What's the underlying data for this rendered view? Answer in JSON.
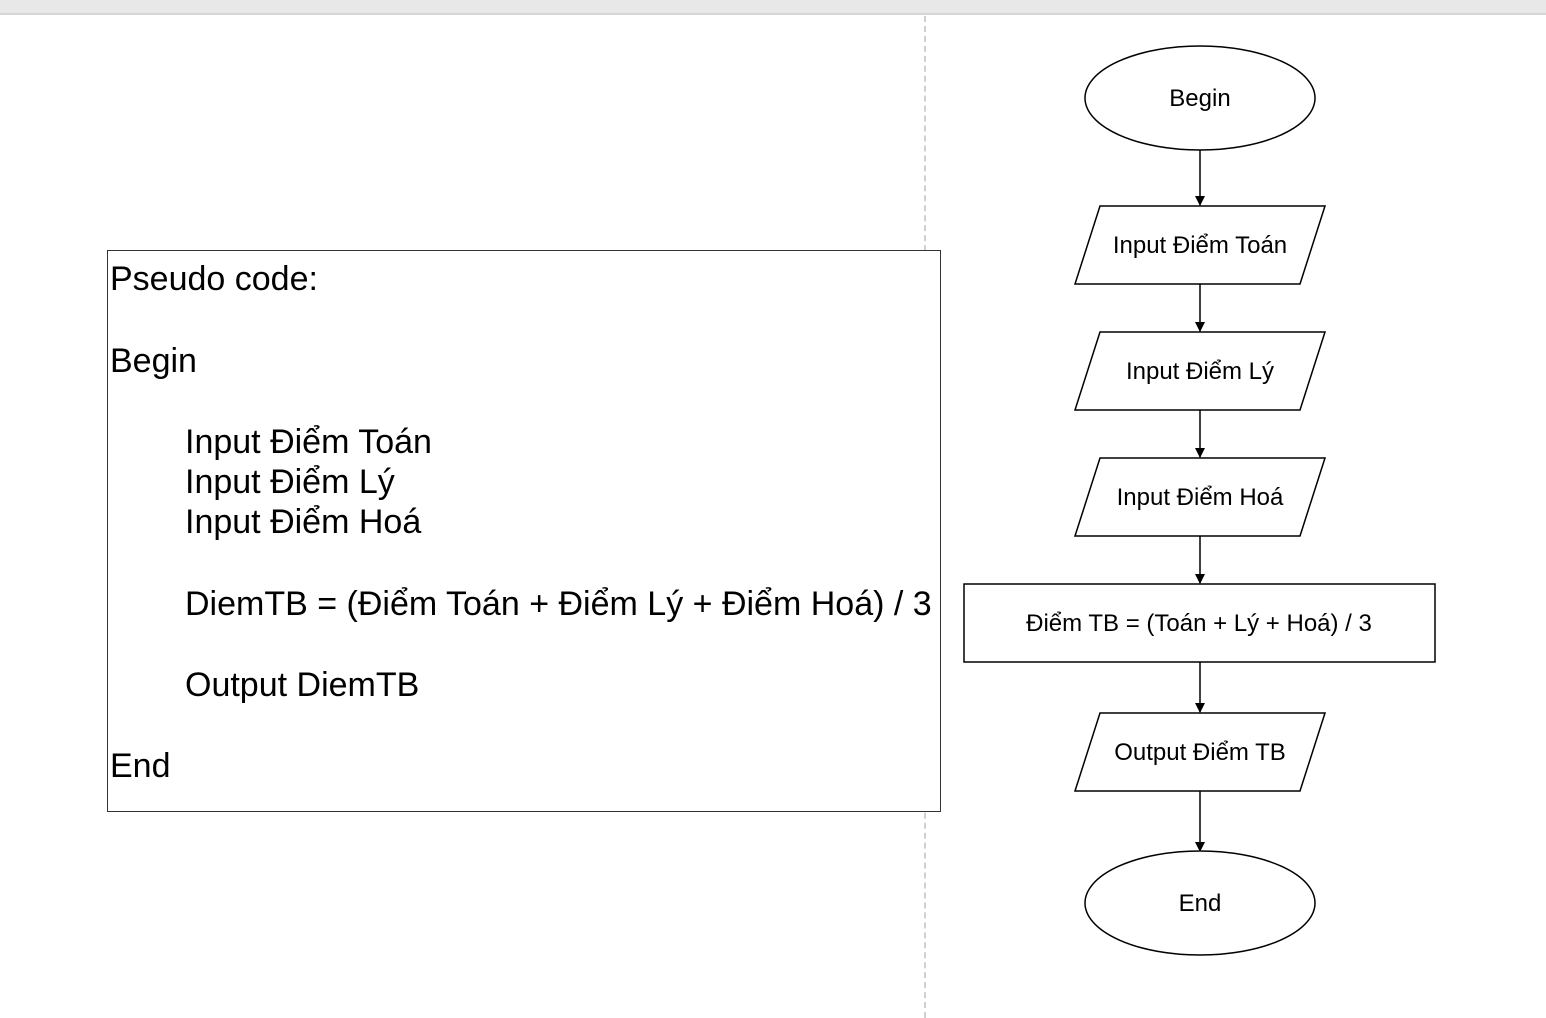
{
  "pseudo": {
    "title": "Pseudo code:",
    "begin": "Begin",
    "input1": "Input Điểm Toán",
    "input2": "Input Điểm Lý",
    "input3": "Input Điểm Hoá",
    "compute": "DiemTB = (Điểm Toán + Điểm Lý + Điểm Hoá) / 3",
    "output": "Output DiemTB",
    "end": "End"
  },
  "flowchart": {
    "start": "Begin",
    "input1": "Input Điểm Toán",
    "input2": "Input Điểm Lý",
    "input3": "Input Điểm Hoá",
    "process": "Điểm TB = (Toán + Lý + Hoá) / 3",
    "output": "Output Điểm TB",
    "end": "End"
  },
  "colors": {
    "stroke": "#000000",
    "background": "#ffffff",
    "page_break": "#d0d0d0"
  }
}
